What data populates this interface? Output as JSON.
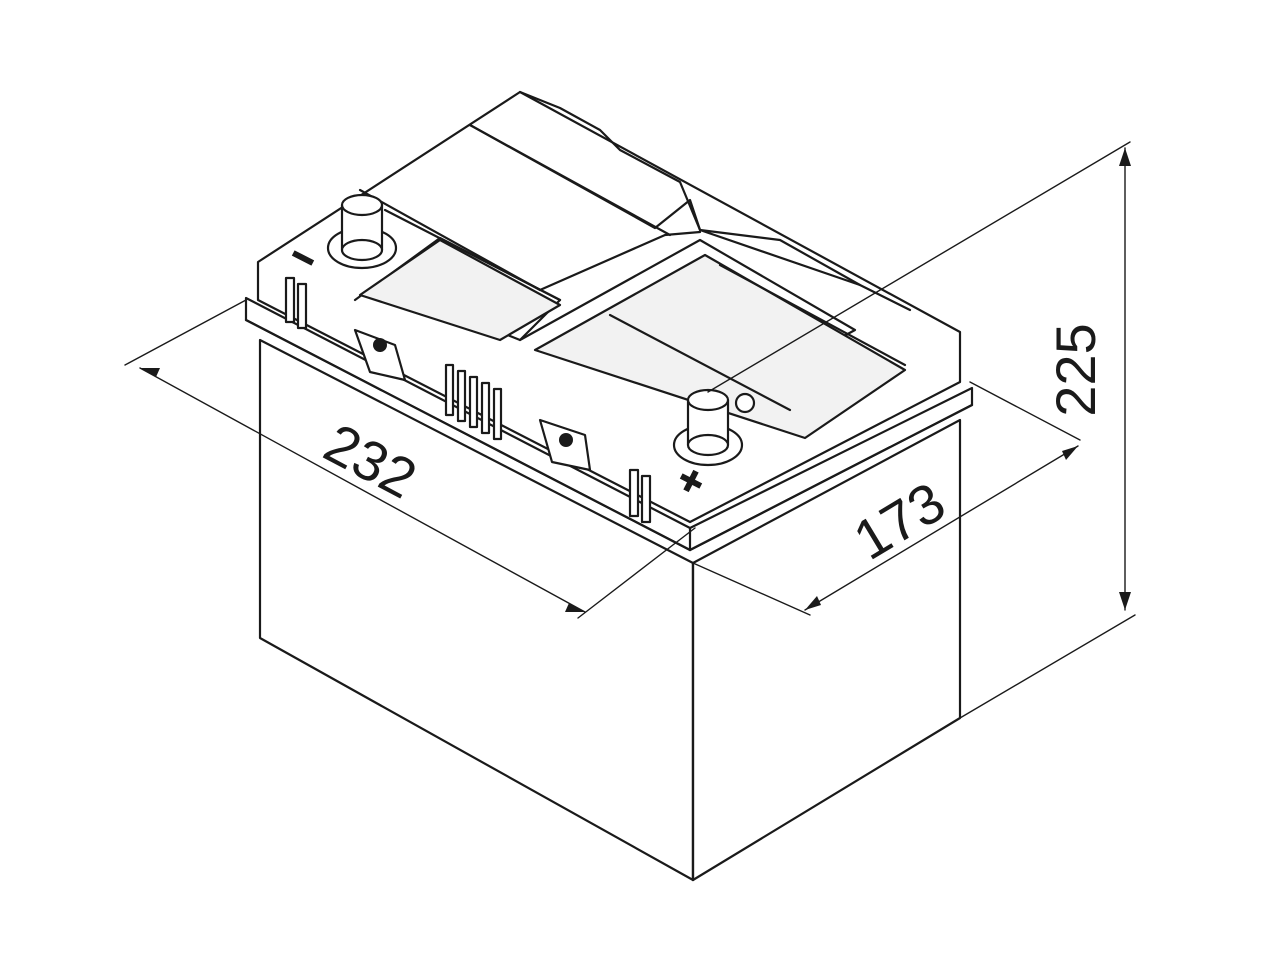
{
  "dimensions": {
    "length": "232",
    "width": "173",
    "height": "225"
  },
  "colors": {
    "line": "#1a1a1a",
    "background": "#ffffff"
  }
}
